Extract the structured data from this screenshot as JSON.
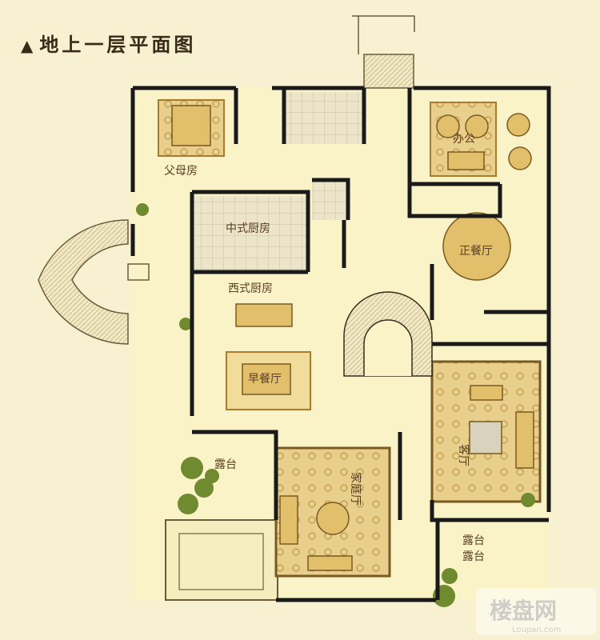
{
  "title": "地上一层平面图",
  "title_marker": "▲",
  "rooms": {
    "parents_room": "父母房",
    "office": "办公",
    "chinese_kitchen": "中式厨房",
    "main_dining": "正餐厅",
    "western_kitchen": "西式厨房",
    "breakfast": "早餐厅",
    "living_room": "客厅",
    "family_room": "家庭厅",
    "terrace_left": "露台",
    "terrace_right_1": "露台",
    "terrace_right_2": "露台"
  },
  "watermark": {
    "cn": "楼盘网",
    "en": "Loupan.com"
  },
  "colors": {
    "background": "#f7f1d2",
    "floor": "#fbf3c8",
    "wall": "#1a1a1a",
    "tile": "#e9e2c6",
    "furniture": "#c9a64f",
    "plant": "#6f8a2f"
  }
}
